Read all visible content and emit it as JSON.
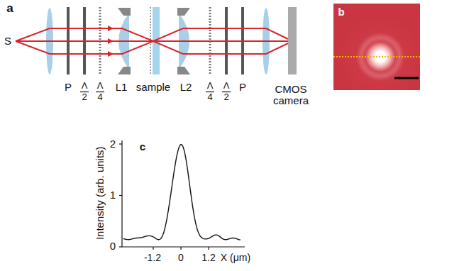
{
  "diagram": {
    "labels": [
      "a",
      "S",
      "P",
      "Λ",
      "2",
      "Λ",
      "4",
      "L1",
      "sample",
      "L2",
      "Λ",
      "4",
      "Λ",
      "2",
      "P",
      "CMOS camera",
      "b",
      "c",
      "Intensity (arb. units)",
      "2",
      "1",
      "0",
      "-1.2",
      "0",
      "1.2",
      "X (μm)"
    ]
  }
}
